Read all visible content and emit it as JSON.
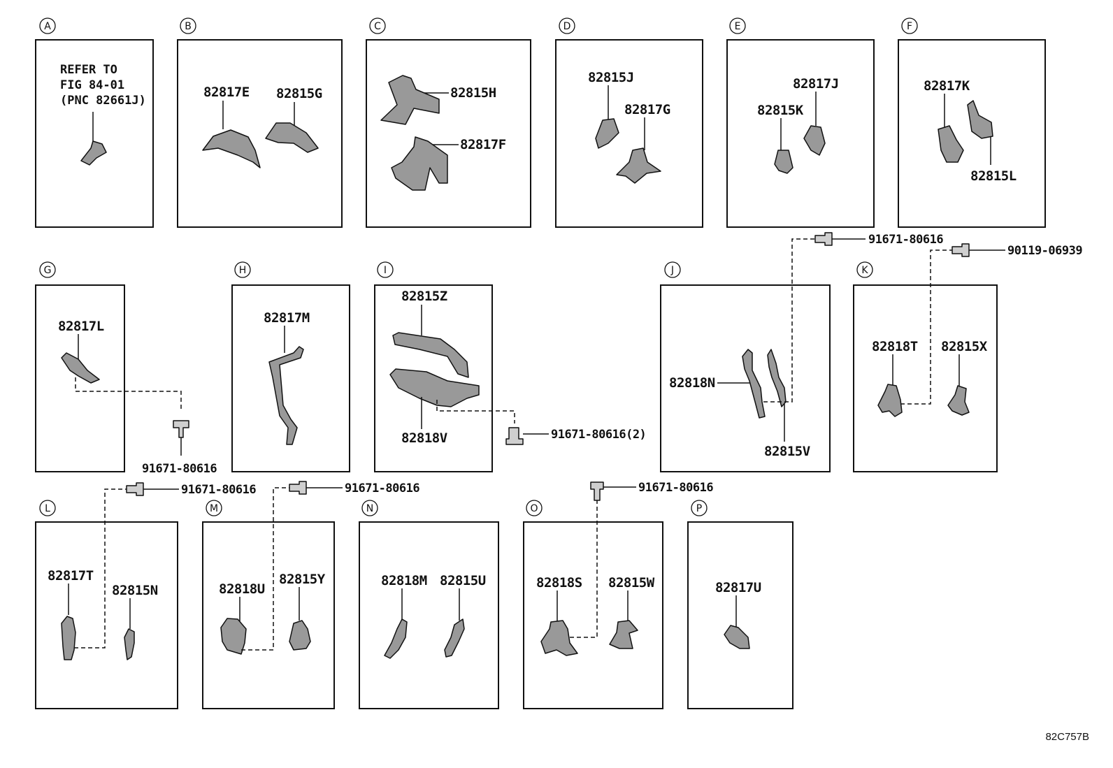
{
  "panels": {
    "A": {
      "letter": "A",
      "note": [
        "REFER TO",
        "FIG 84-01",
        "(PNC 82661J)"
      ]
    },
    "B": {
      "letter": "B",
      "parts": [
        "82817E",
        "82815G"
      ]
    },
    "C": {
      "letter": "C",
      "parts": [
        "82815H",
        "82817F"
      ]
    },
    "D": {
      "letter": "D",
      "parts": [
        "82815J",
        "82817G"
      ]
    },
    "E": {
      "letter": "E",
      "parts": [
        "82817J",
        "82815K"
      ]
    },
    "F": {
      "letter": "F",
      "parts": [
        "82817K",
        "82815L"
      ]
    },
    "G": {
      "letter": "G",
      "parts": [
        "82817L"
      ],
      "bolt": "91671-80616"
    },
    "H": {
      "letter": "H",
      "parts": [
        "82817M"
      ]
    },
    "I": {
      "letter": "I",
      "parts": [
        "82815Z",
        "82818V"
      ],
      "bolt": "91671-80616(2)"
    },
    "J": {
      "letter": "J",
      "parts": [
        "82818N",
        "82815V"
      ],
      "bolt": "91671-80616"
    },
    "K": {
      "letter": "K",
      "parts": [
        "82818T",
        "82815X"
      ],
      "bolt": "90119-06939"
    },
    "L": {
      "letter": "L",
      "parts": [
        "82817T",
        "82815N"
      ],
      "bolt": "91671-80616"
    },
    "M": {
      "letter": "M",
      "parts": [
        "82818U",
        "82815Y"
      ],
      "bolt": "91671-80616"
    },
    "N": {
      "letter": "N",
      "parts": [
        "82818M",
        "82815U"
      ]
    },
    "O": {
      "letter": "O",
      "parts": [
        "82818S",
        "82815W"
      ],
      "bolt": "91671-80616"
    },
    "P": {
      "letter": "P",
      "parts": [
        "82817U"
      ]
    }
  },
  "footer": {
    "code": "82C757B"
  }
}
